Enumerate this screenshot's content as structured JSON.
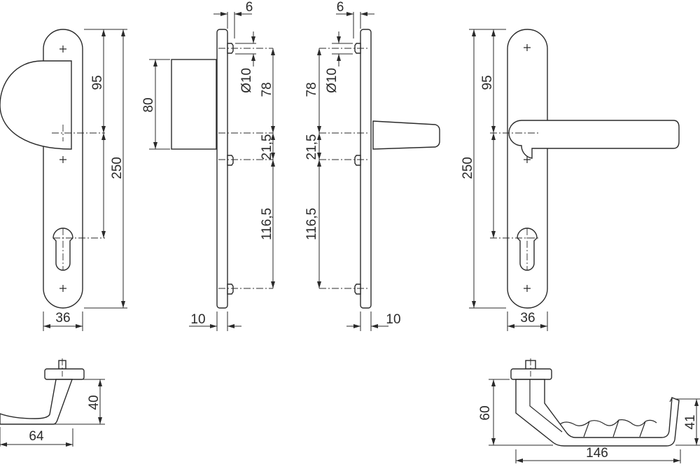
{
  "title": "Door handle set technical drawing",
  "front_view_knob": {
    "d_top_to_spindle": "95",
    "d_total_height": "250",
    "d_width": "36"
  },
  "side_view_knob": {
    "d_screw_offset": "6",
    "d_screw_diameter": "Ø10",
    "d_rose_height": "80",
    "d_screw_to_spindle": "78",
    "d_spindle_to_screw": "21,5",
    "d_screw_spacing": "116,5",
    "d_plate_thickness": "10"
  },
  "side_view_lever": {
    "d_screw_offset": "6",
    "d_screw_diameter": "Ø10",
    "d_screw_to_spindle": "78",
    "d_spindle_to_screw": "21,5",
    "d_screw_spacing": "116,5",
    "d_plate_thickness": "10"
  },
  "front_view_lever": {
    "d_top_to_spindle": "95",
    "d_total_height": "250",
    "d_width": "36"
  },
  "knob_profile": {
    "d_height": "40",
    "d_projection": "64"
  },
  "lever_profile": {
    "d_height": "60",
    "d_grip_height": "41",
    "d_length": "146"
  }
}
